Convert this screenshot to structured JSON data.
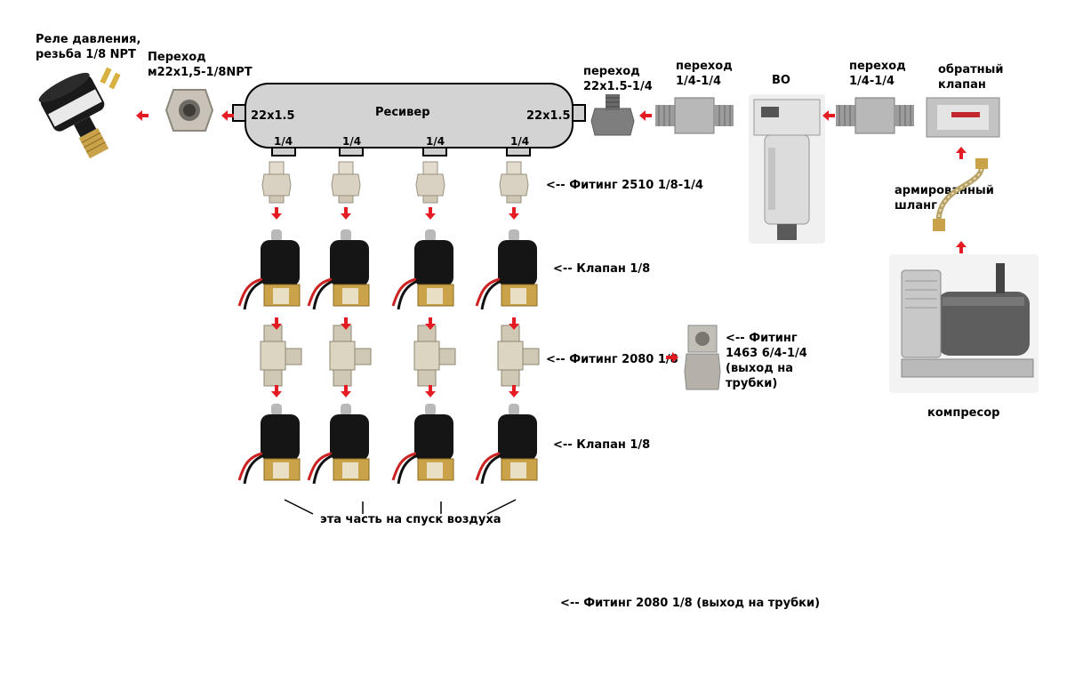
{
  "receiver": {
    "title": "Ресивер",
    "port_left": "22x1.5",
    "port_right": "22x1.5",
    "outlet": "1/4"
  },
  "labels": {
    "pressure_switch": "Реле давления,\nрезьба 1/8 NPT",
    "adapter_left": "Переход\nм22х1,5-1/8NPT",
    "adapter_right": "переход\n22х1.5-1/4",
    "adapter_mid": "переход\n1/4-1/4",
    "separator": "ВО",
    "adapter_far": "переход\n1/4-1/4",
    "check_valve": "обратный\nклапан",
    "hose": "армированный\nшланг",
    "compressor": "компресор",
    "fitting_2510": "<-- Фитинг 2510 1/8-1/4",
    "valve_1": "<-- Клапан 1/8",
    "fitting_2080": "<-- Фитинг 2080 1/8",
    "fitting_1463": "<-- Фитинг\n1463 6/4-1/4\n(выход на\nтрубки)",
    "valve_2": "<-- Клапан 1/8",
    "exhaust_part": "эта часть на спуск воздуха",
    "fitting_2080_out": "<-- Фитинг 2080 1/8 (выход на трубки)"
  },
  "icons": {
    "arrow": "red-arrow-icon",
    "solenoid_valve": "solenoid-valve-icon",
    "fitting": "brass-fitting-icon",
    "tee": "tee-fitting-icon"
  },
  "colors": {
    "arrow": "#e31b23",
    "receiver_fill": "#d3d3d3",
    "valve_body": "#151515",
    "brass": "#c9a24a"
  }
}
